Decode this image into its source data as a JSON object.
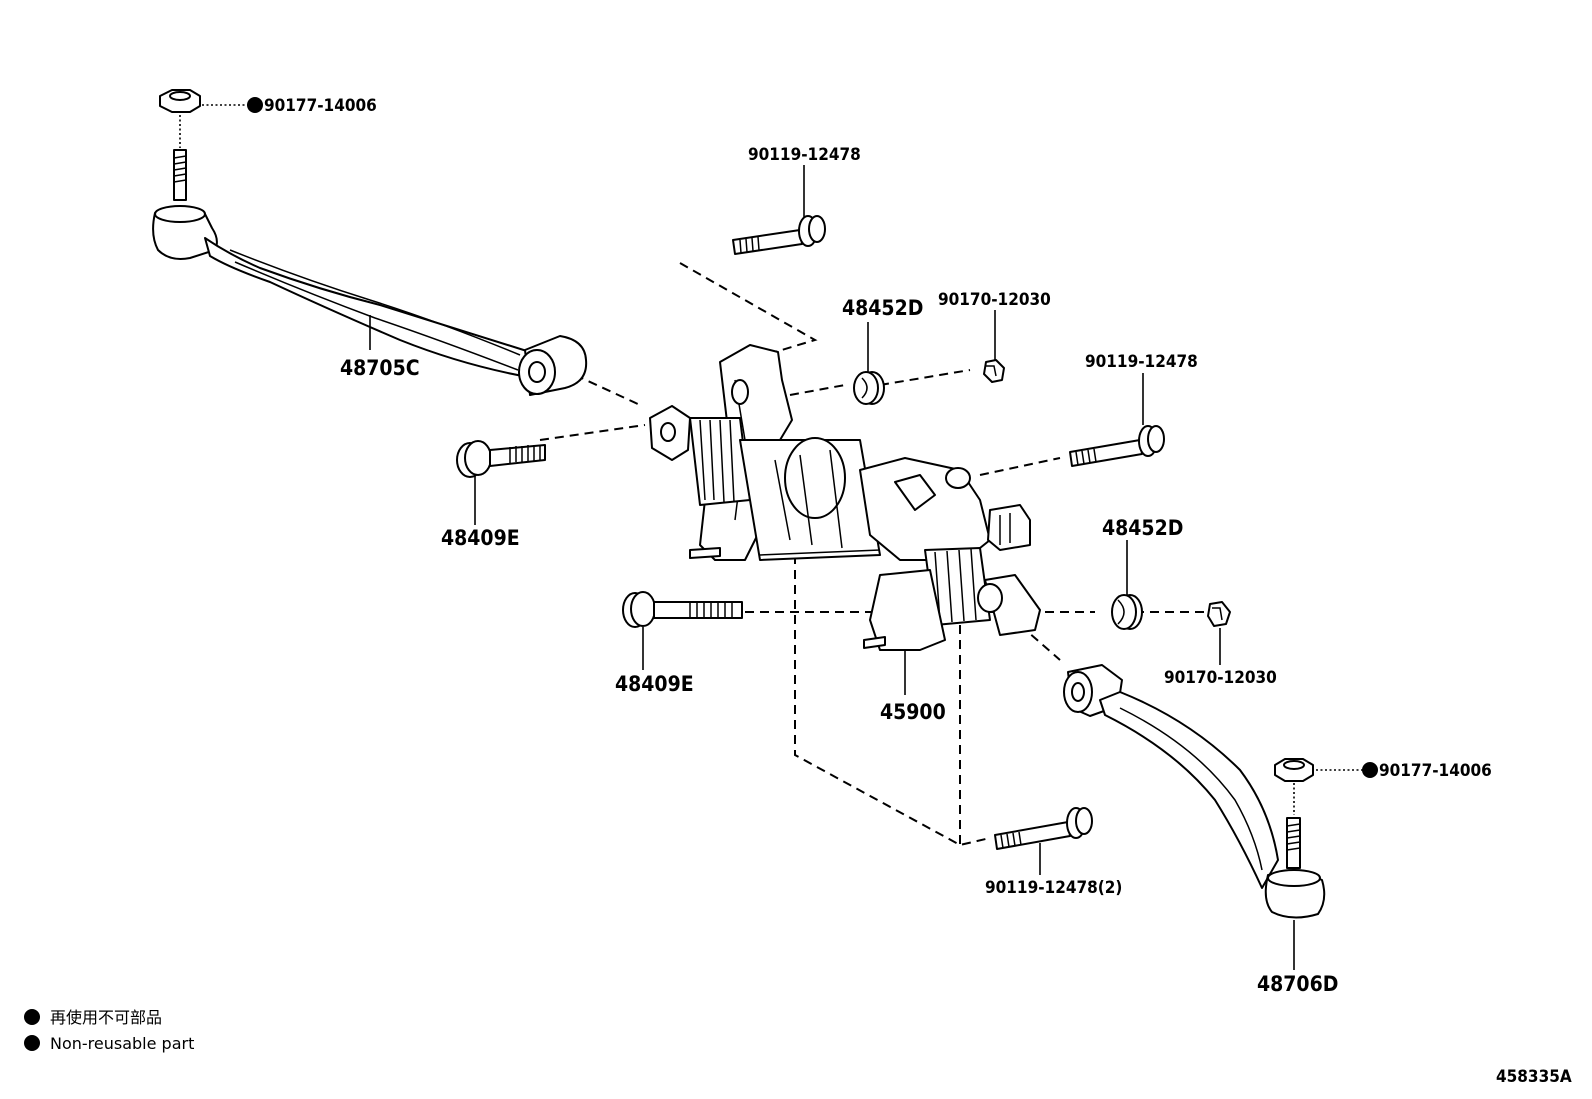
{
  "diagram": {
    "id": "458335A",
    "parts": {
      "upper_nut": "90177-14006",
      "upper_rod": "48705C",
      "bolt_top": "90119-12478",
      "washer_mid": "48452D",
      "nut_mid": "90170-12030",
      "bolt_right": "90119-12478",
      "bolt_left": "48409E",
      "washer_right": "48452D",
      "bolt_lower_left": "48409E",
      "nut_right": "90170-12030",
      "actuator": "45900",
      "lower_nut": "90177-14006",
      "bolt_bottom": "90119-12478(2)",
      "lower_rod": "48706D"
    }
  },
  "legend": {
    "jp": "再使用不可部品",
    "en": "Non-reusable part"
  }
}
